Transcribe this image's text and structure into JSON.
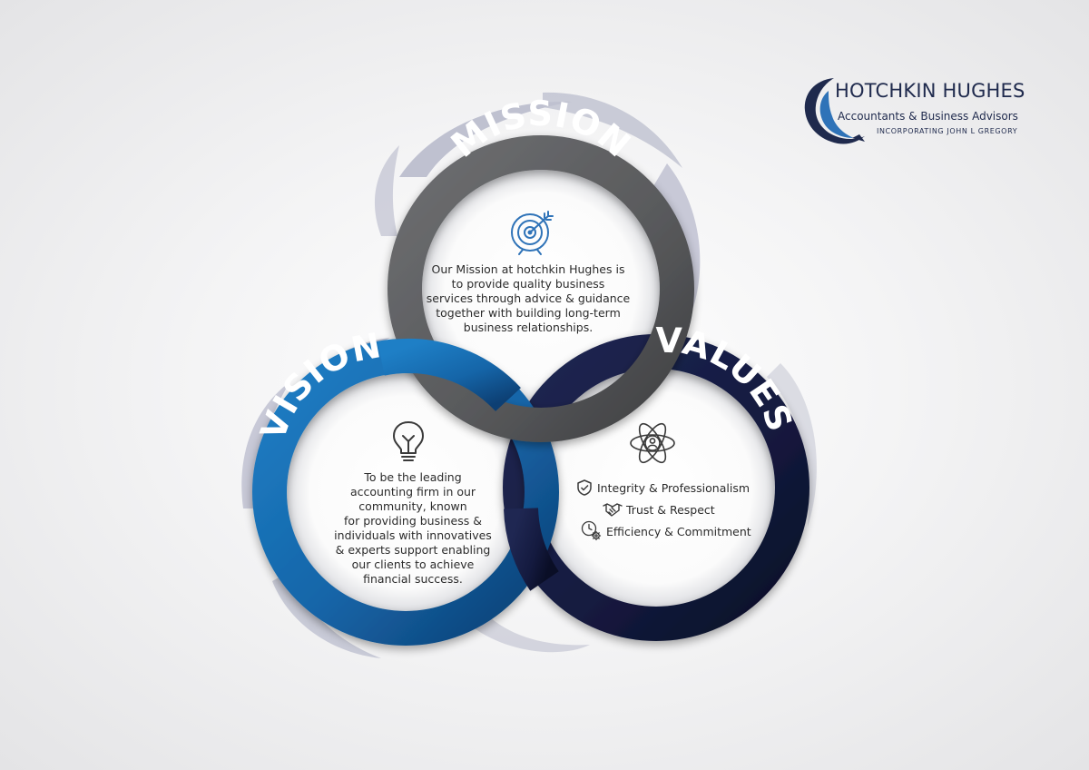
{
  "logo": {
    "name": "HOTCHKIN HUGHES",
    "tagline": "Accountants & Business Advisors",
    "sub": "INCORPORATING JOHN L GREGORY"
  },
  "mission": {
    "title": "MISSION",
    "icon": "target-icon",
    "lines": [
      "Our Mission at hotchkin Hughes is",
      "to provide quality business",
      "services through advice & guidance",
      "together with building long-term",
      "business relationships."
    ]
  },
  "vision": {
    "title": "VISION",
    "icon": "lightbulb-icon",
    "lines": [
      "To be the leading",
      "accounting firm in our",
      "community, known",
      "for providing business &",
      "individuals with innovatives",
      "& experts support enabling",
      "our clients to achieve",
      "financial success."
    ]
  },
  "values": {
    "title": "VALUES",
    "icon": "atom-person-icon",
    "items": [
      {
        "label": "Integrity & Professionalism",
        "icon": "shield-check-icon"
      },
      {
        "label": "Trust & Respect",
        "icon": "handshake-icon"
      },
      {
        "label": "Efficiency & Commitment",
        "icon": "clock-gear-icon"
      }
    ]
  },
  "colors": {
    "mission_ring": "#58595b",
    "vision_ring": "#1565a8",
    "values_ring": "#141a3f",
    "swirl": "#b9bbcc",
    "logo_blue": "#2f73b8",
    "logo_navy": "#1f2a4d",
    "text": "#2b2b2b"
  }
}
